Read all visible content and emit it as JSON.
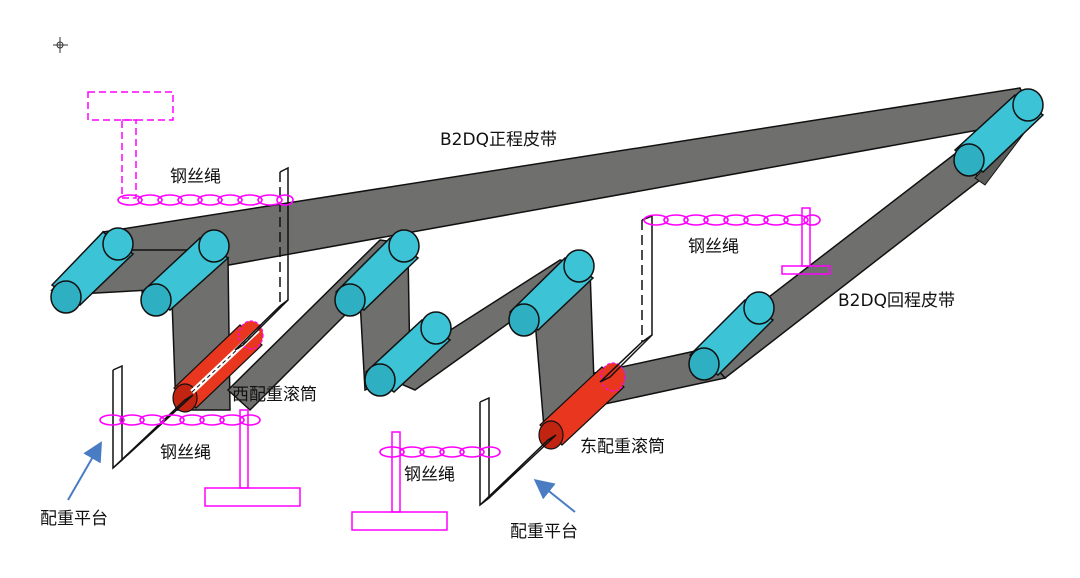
{
  "labels": {
    "forward_belt": "B2DQ正程皮带",
    "return_belt": "B2DQ回程皮带",
    "wire_rope_1": "钢丝绳",
    "wire_rope_2": "钢丝绳",
    "wire_rope_3": "钢丝绳",
    "wire_rope_4": "钢丝绳",
    "west_drum": "西配重滚筒",
    "east_drum": "东配重滚筒",
    "platform_left": "配重平台",
    "platform_right": "配重平台"
  },
  "colors": {
    "belt": "#6f706e",
    "belt_dark": "#4a4b49",
    "roller": "#3cc3d6",
    "roller_end": "#2fb0c2",
    "counterweight_drum": "#e8361f",
    "counterweight_drum_dark": "#c12512",
    "rope_and_weights": "#ff00ff",
    "arrow": "#4a7cc4",
    "outline": "#111111"
  },
  "icons": {
    "crosshair": "crosshair-icon"
  }
}
